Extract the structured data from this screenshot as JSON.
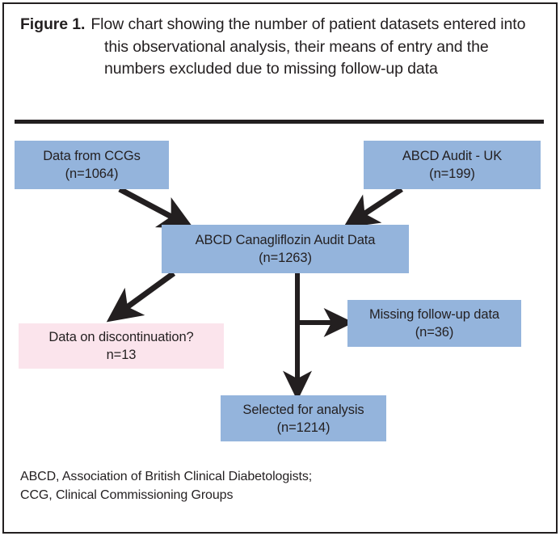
{
  "figure": {
    "label": "Figure 1.",
    "caption": "Flow chart showing the number of patient datasets entered into this observational analysis, their means of entry and the numbers excluded due to missing follow-up data",
    "footnote_line_1": "ABCD, Association of British Clinical Diabetologists;",
    "footnote_line_2": "CCG, Clinical Commissioning Groups"
  },
  "colors": {
    "box_blue": "#94b4dc",
    "box_pink": "#fbe4ec",
    "ink": "#231f20",
    "frame": "#231f20"
  },
  "chart_data": {
    "type": "diagram",
    "title": "Flow chart showing the number of patient datasets entered into this observational analysis, their means of entry and the numbers excluded due to missing follow-up data",
    "nodes": [
      {
        "id": "ccg",
        "title": "Data from CCGs",
        "count_label": "(n=1064)",
        "n": 1064,
        "color": "#94b4dc"
      },
      {
        "id": "audit",
        "title": "ABCD Audit - UK",
        "count_label": "(n=199)",
        "n": 199,
        "color": "#94b4dc"
      },
      {
        "id": "combined",
        "title": "ABCD Canagliflozin Audit Data",
        "count_label": "(n=1263)",
        "n": 1263,
        "color": "#94b4dc"
      },
      {
        "id": "discont",
        "title": "Data on discontinuation?",
        "count_label": "n=13",
        "n": 13,
        "color": "#fbe4ec"
      },
      {
        "id": "missing",
        "title": "Missing follow-up data",
        "count_label": "(n=36)",
        "n": 36,
        "color": "#94b4dc"
      },
      {
        "id": "selected",
        "title": "Selected for analysis",
        "count_label": "(n=1214)",
        "n": 1214,
        "color": "#94b4dc"
      }
    ],
    "edges": [
      {
        "from": "ccg",
        "to": "combined",
        "style": "diagonal-down-right"
      },
      {
        "from": "audit",
        "to": "combined",
        "style": "diagonal-down-left"
      },
      {
        "from": "combined",
        "to": "discont",
        "style": "diagonal-down-left"
      },
      {
        "from": "combined",
        "to": "missing",
        "style": "elbow-right"
      },
      {
        "from": "combined",
        "to": "selected",
        "style": "vertical-down"
      }
    ]
  }
}
